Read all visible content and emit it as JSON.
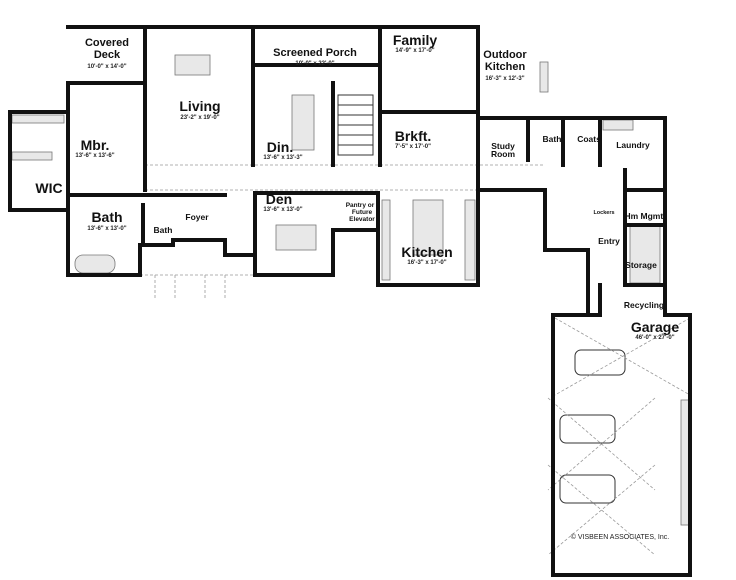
{
  "rooms": {
    "covered_deck": {
      "name1": "Covered",
      "name2": "Deck",
      "dims": "10'-0\" x 14'-0\""
    },
    "screened_porch": {
      "name": "Screened Porch",
      "dims": "10'-0\" x 22'-0\""
    },
    "family": {
      "name": "Family",
      "dims": "14'-9\" x 17'-0\""
    },
    "outdoor_kitchen": {
      "name1": "Outdoor",
      "name2": "Kitchen",
      "dims": "16'-3\" x 12'-3\""
    },
    "living": {
      "name": "Living",
      "dims": "23'-2\" x 19'-0\""
    },
    "master_bedroom": {
      "name": "Mbr.",
      "dims": "13'-6\" x 13'-6\""
    },
    "wic": {
      "name": "WIC"
    },
    "dining": {
      "name": "Din.",
      "dims": "13'-6\" x 13'-3\""
    },
    "breakfast": {
      "name": "Brkft.",
      "dims": "7'-5\" x 17'-0\""
    },
    "study_room": {
      "name1": "Study",
      "name2": "Room"
    },
    "bath_rear": {
      "name": "Bath"
    },
    "coats": {
      "name": "Coats"
    },
    "laundry": {
      "name": "Laundry"
    },
    "master_bath": {
      "name": "Bath",
      "dims": "13'-6\" x 13'-0\""
    },
    "powder_bath": {
      "name": "Bath"
    },
    "foyer": {
      "name": "Foyer"
    },
    "den": {
      "name": "Den",
      "dims": "13'-6\" x 13'-0\""
    },
    "pantry": {
      "name1": "Pantry or",
      "name2": "Future",
      "name3": "Elevator"
    },
    "kitchen": {
      "name": "Kitchen",
      "dims": "16'-3\" x 17'-0\""
    },
    "lockers": {
      "name": "Lockers"
    },
    "hm_mgmt": {
      "name": "Hm Mgmt."
    },
    "entry": {
      "name": "Entry"
    },
    "storage": {
      "name": "Storage"
    },
    "recycling": {
      "name": "Recycling"
    },
    "garage": {
      "name": "Garage",
      "dims": "46'-0\" x 27'-0\""
    }
  },
  "copyright": "© VISBEEN ASSOCIATES, Inc.",
  "colors": {
    "wall": "#111111",
    "fixture_fill": "#e8e8e8"
  }
}
